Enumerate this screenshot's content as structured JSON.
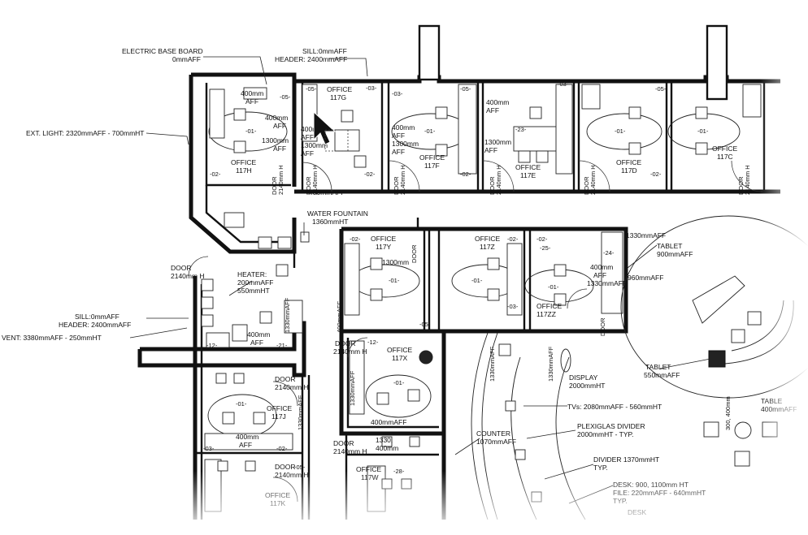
{
  "rooms": [
    {
      "id": "office-117h",
      "name": "OFFICE",
      "number": "117H"
    },
    {
      "id": "office-117g",
      "name": "OFFICE",
      "number": "117G"
    },
    {
      "id": "office-117f",
      "name": "OFFICE",
      "number": "117F"
    },
    {
      "id": "office-117e",
      "name": "OFFICE",
      "number": "117E"
    },
    {
      "id": "office-117d",
      "name": "OFFICE",
      "number": "117D"
    },
    {
      "id": "office-117c",
      "name": "OFFICE",
      "number": "117C"
    },
    {
      "id": "office-117y",
      "name": "OFFICE",
      "number": "117Y"
    },
    {
      "id": "office-117z",
      "name": "OFFICE",
      "number": "117Z"
    },
    {
      "id": "office-117zz",
      "name": "OFFICE",
      "number": "117ZZ"
    },
    {
      "id": "office-117x",
      "name": "OFFICE",
      "number": "117X"
    },
    {
      "id": "office-117j",
      "name": "OFFICE",
      "number": "117J"
    },
    {
      "id": "office-117w",
      "name": "OFFICE",
      "number": "117W"
    },
    {
      "id": "office-117k",
      "name": "OFFICE",
      "number": "117K"
    }
  ],
  "annotations": {
    "electric_base_board": "ELECTRIC BASE BOARD",
    "electric_base_board_h": "0mmAFF",
    "sill_top": "SILL:0mmAFF",
    "header_top": "HEADER: 2400mmAFF",
    "ext_light": "EXT. LIGHT: 2320mmAFF - 700mmHT",
    "water_fountain": "WATER FOUNTAIN",
    "water_fountain_h": "1360mmHT",
    "door": "DOOR",
    "door_h": "2140mm H",
    "heater": "HEATER:",
    "heater_1": "200mmAFF",
    "heater_2": "550mmHT",
    "sill_left": "SILL:0mmAFF",
    "header_left": "HEADER: 2400mmAFF",
    "vent": "VENT: 3380mmAFF - 250mmHT",
    "aff_400": "400mm",
    "aff_400_2": "AFF",
    "aff_1300": "1300mm",
    "aff_400_all": "400mmAFF",
    "aff_1330": "1330mmAFF",
    "tablet_1": "TABLET",
    "tablet_1_h": "900mmAFF",
    "aff_960": "960mmAFF",
    "tablet_2": "TABLET",
    "tablet_2_h": "550mmAFF",
    "display": "DISPLAY",
    "display_h": "2000mmHT",
    "tvs": "TVs: 2080mmAFF - 560mmHT",
    "plexiglas": "PLEXIGLAS DIVIDER",
    "plexiglas_h": "2000mmHT - TYP.",
    "counter": "COUNTER",
    "counter_h": "1070mmAFF",
    "divider": "DIVIDER 1370mmHT",
    "divider_typ": "TYP.",
    "desk": "DESK: 900, 1100mm HT",
    "file": "FILE: 220mmAFF - 640mmHT",
    "file_typ": "TYP.",
    "table": "TABLE",
    "table_h": "400mmAFF",
    "aff_300_400": "300, 400mm",
    "desk_partial": "DESK",
    "aff_1330_400": "1330,",
    "aff_400mm": "400mm"
  },
  "tags": [
    "-01-",
    "-02-",
    "-03-",
    "-05-",
    "-12-",
    "-21-",
    "-23-",
    "-24-",
    "-25-",
    "-28-"
  ],
  "colors": {
    "ink": "#111111",
    "paper": "#ffffff"
  }
}
